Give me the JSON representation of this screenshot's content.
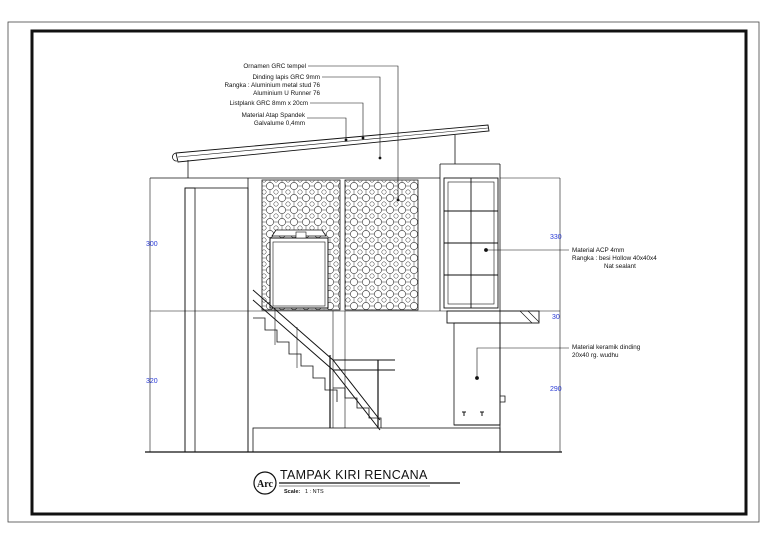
{
  "drawing": {
    "title": "TAMPAK KIRI RENCANA",
    "logo_text": "Arc",
    "scale_label": "Scale:",
    "scale_value": "1 : NTS"
  },
  "annotations": {
    "ornament": "Ornamen GRC tempel",
    "cladding": "Dinding lapis GRC 9mm",
    "frame_1": "Rangka : Aluminium metal stud 76",
    "frame_2": "Aluminium U Runner 76",
    "listplank": "Listplank GRC 8mm x 20cm",
    "roof_1": "Material Atap Spandek",
    "roof_2": "Galvalume 0,4mm",
    "acp_1": "Material ACP 4mm",
    "acp_2": "Rangka : besi Hollow 40x40x4",
    "acp_3": "Nat sealant",
    "ceramic_1": "Material keramik dinding",
    "ceramic_2": "20x40 rg. wudhu"
  },
  "dimensions": {
    "left_upper": "300",
    "left_lower": "320",
    "right_upper": "330",
    "right_mid": "30",
    "right_lower": "290"
  },
  "colors": {
    "linework": "#1a1a1a",
    "dimension_text": "#2a3bd6",
    "background": "#ffffff"
  }
}
